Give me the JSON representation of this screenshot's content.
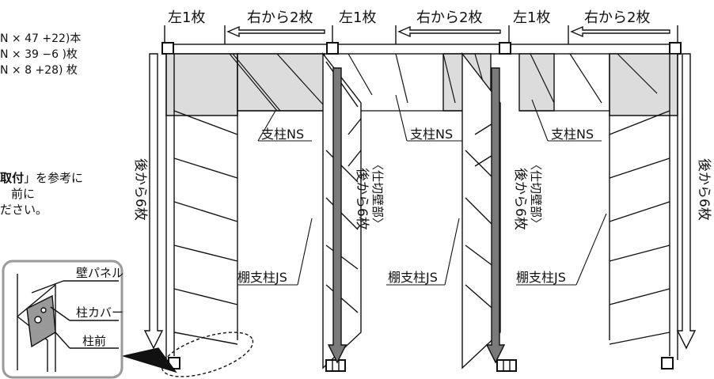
{
  "top_labels": [
    {
      "key": "left1",
      "text": "左1枚"
    },
    {
      "key": "right2",
      "text": "右から2枚"
    },
    {
      "key": "left2",
      "text": "左1枚"
    },
    {
      "key": "right2b",
      "text": "右から2枚"
    },
    {
      "key": "left3",
      "text": "左1枚"
    },
    {
      "key": "right2c",
      "text": "右から2枚"
    }
  ],
  "formulas": [
    "N × 47 +22)本",
    "N × 39 −6 )枚",
    "N × 8 +28) 枚"
  ],
  "instruction": {
    "bold": "取付",
    "line1_rest": "」を参考に",
    "line2": "前に",
    "line3": "ださい。"
  },
  "side_labels": {
    "left": "後から6枚",
    "right": "後から6枚",
    "partition_1_main": "後から6枚",
    "partition_1_sub": "〈仕切壁部〉",
    "partition_2_main": "後から6枚",
    "partition_2_sub": "〈仕切壁部〉"
  },
  "callouts": {
    "post_ns": "支柱NS",
    "shelf_post_js": "棚支柱JS"
  },
  "detail": {
    "wall_panel": "壁パネル",
    "post_cover": "柱カバー",
    "post_front": "柱前"
  },
  "colors": {
    "line": "#111111",
    "panel_shade": "#dcdcdc",
    "arrow_fill": "#7a7a7a",
    "detail_border": "#9a9a9a"
  }
}
